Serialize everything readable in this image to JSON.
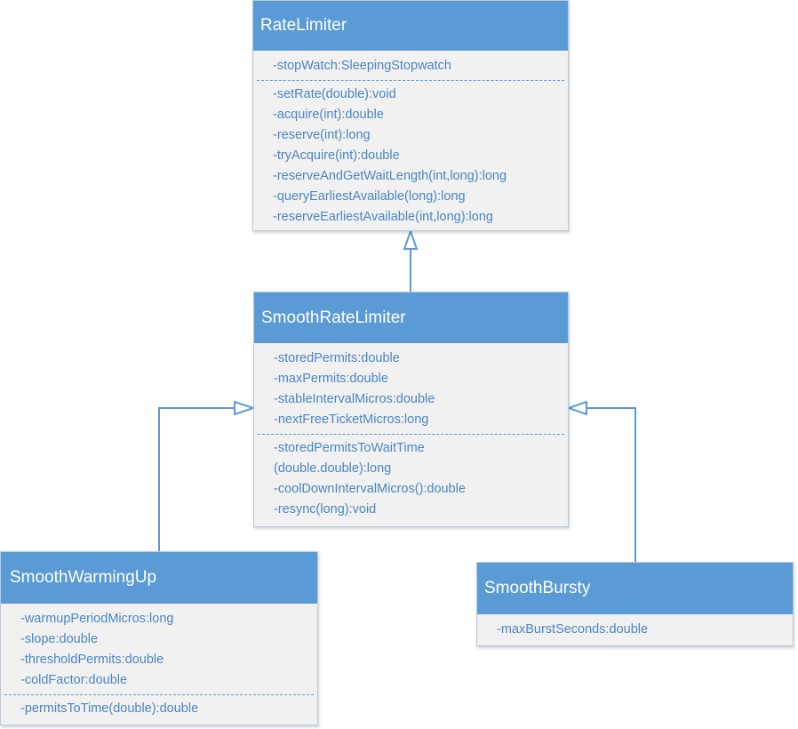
{
  "classes": {
    "rate_limiter": {
      "name": "RateLimiter",
      "attributes": [
        "-stopWatch:SleepingStopwatch"
      ],
      "methods": [
        "-setRate(double):void",
        "-acquire(int):double",
        "-reserve(int):long",
        "-tryAcquire(int):double",
        "-reserveAndGetWaitLength(int,long):long",
        "-queryEarliestAvailable(long):long",
        "-reserveEarliestAvailable(int,long):long"
      ]
    },
    "smooth_rate_limiter": {
      "name": "SmoothRateLimiter",
      "attributes": [
        "-storedPermits:double",
        "-maxPermits:double",
        "-stableIntervalMicros:double",
        "-nextFreeTicketMicros:long"
      ],
      "methods": [
        "-storedPermitsToWaitTime",
        "(double.double):long",
        "-coolDownIntervalMicros():double",
        "-resync(long):void"
      ]
    },
    "smooth_warming_up": {
      "name": "SmoothWarmingUp",
      "attributes": [
        "-warmupPeriodMicros:long",
        "-slope:double",
        "-thresholdPermits:double",
        "-coldFactor:double"
      ],
      "methods": [
        "-permitsToTime(double):double"
      ]
    },
    "smooth_bursty": {
      "name": "SmoothBursty",
      "attributes": [
        "-maxBurstSeconds:double"
      ],
      "methods": []
    }
  },
  "relations": [
    {
      "type": "inheritance",
      "from": "SmoothRateLimiter",
      "to": "RateLimiter"
    },
    {
      "type": "inheritance",
      "from": "SmoothWarmingUp",
      "to": "SmoothRateLimiter"
    },
    {
      "type": "inheritance",
      "from": "SmoothBursty",
      "to": "SmoothRateLimiter"
    }
  ],
  "colors": {
    "header": "#5b9bd5",
    "member_text": "#4a86c5",
    "body": "#f1f1f1",
    "connector": "#5b9bd5"
  }
}
